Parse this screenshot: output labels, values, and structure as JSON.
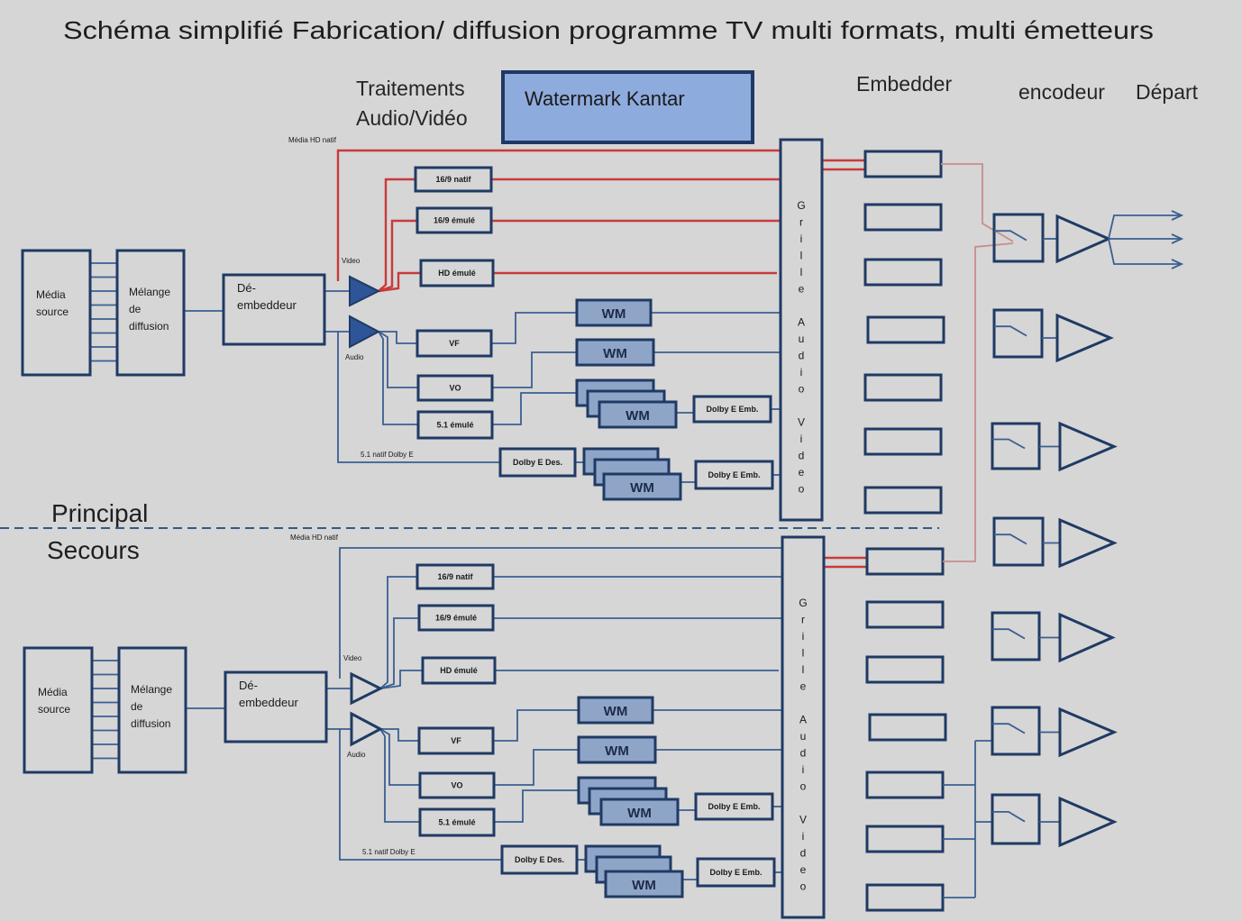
{
  "title": "Schéma simplifié Fabrication/ diffusion programme TV multi formats, multi émetteurs",
  "header": {
    "traitements": [
      "Traitements",
      "Audio/Vidéo"
    ],
    "watermark": "Watermark Kantar",
    "embedder": "Embedder",
    "encodeur": "encodeur",
    "depart": "Départ"
  },
  "sections": {
    "principal_label": "Principal",
    "secours_label": "Secours"
  },
  "colors": {
    "background": "#d6d6d6",
    "box_stroke": "#1f3a64",
    "line": "#3a5f92",
    "video_line": "#c93a3a",
    "backup_line": "#c98c8c",
    "wm_fill": "#8fa5c8",
    "watermark_fill": "#8eabdd",
    "amplifier_fill": "#2e5597"
  },
  "principal": {
    "media_source": [
      "Média",
      "source"
    ],
    "melange": [
      "Mélange",
      "de",
      "diffusion"
    ],
    "deembedder": [
      "Dé-",
      "embeddeur"
    ],
    "video_label": "Video",
    "audio_label": "Audio",
    "hd_natif_label": "Média HD natif",
    "dolby_natif_label": "5.1 natif Dolby E",
    "video_formats": [
      "16/9 natif",
      "16/9 émulé",
      "HD émulé"
    ],
    "audio_versions": [
      "VF",
      "VO",
      "5.1 émulé"
    ],
    "wm": "WM",
    "dolby_emb": "Dolby E Emb.",
    "dolby_des": "Dolby E Des.",
    "grille": "Grille Audio Video"
  },
  "secours": {
    "media_source": [
      "Média",
      "source"
    ],
    "melange": [
      "Mélange",
      "de",
      "diffusion"
    ],
    "deembedder": [
      "Dé-",
      "embeddeur"
    ],
    "video_label": "Video",
    "audio_label": "Audio",
    "hd_natif_label": "Média HD natif",
    "dolby_natif_label": "5.1 natif Dolby E",
    "video_formats": [
      "16/9 natif",
      "16/9 émulé",
      "HD émulé"
    ],
    "audio_versions": [
      "VF",
      "VO",
      "5.1 émulé"
    ],
    "wm": "WM",
    "dolby_emb": "Dolby E Emb.",
    "dolby_des": "Dolby E Des.",
    "grille": "Grille Audio Video"
  }
}
